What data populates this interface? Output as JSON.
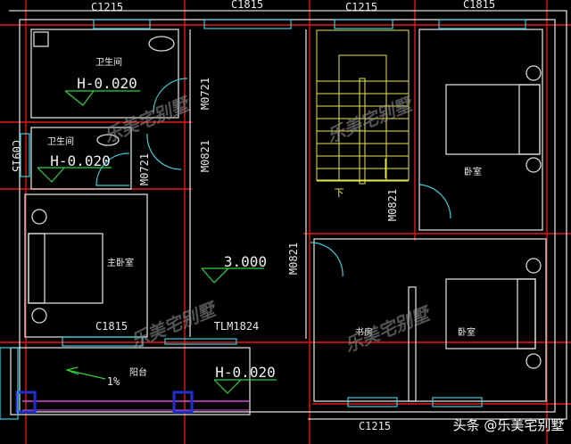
{
  "title": "二层平面图",
  "windows": {
    "top": [
      "C1215",
      "C1815",
      "C1215",
      "C1815"
    ],
    "left": "C0915",
    "master_bedroom": "C1815",
    "bottom_right": "C1215",
    "sliding_door": "TLM1824"
  },
  "doors": {
    "bath1": "M0721",
    "corridor": "M0821",
    "bath2": "M0721",
    "stair_bedroom": "M0821",
    "study": "M0821"
  },
  "rooms": {
    "bath1": "卫生间",
    "bath2": "卫生间",
    "master": "主卧室",
    "bedroom1": "卧室",
    "bedroom2": "卧室",
    "study": "书房",
    "balcony": "阳台",
    "stair_down": "下"
  },
  "levels": {
    "bath1": "H-0.020",
    "bath2": "H-0.020",
    "corridor": "3.000",
    "balcony": "H-0.020",
    "slope": "1%"
  },
  "watermark": "乐美宅别墅",
  "source_label": "头条 @乐美宅别墅",
  "colors": {
    "wall": "#d8d8d8",
    "axis": "#e01818",
    "window": "#3ad0d8",
    "stair": "#e8e850",
    "level": "#30d040"
  }
}
